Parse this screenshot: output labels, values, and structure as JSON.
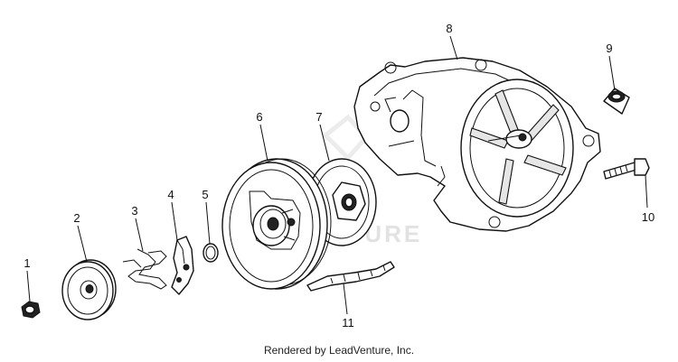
{
  "diagram": {
    "callouts": [
      "1",
      "2",
      "3",
      "4",
      "5",
      "6",
      "7",
      "8",
      "9",
      "10",
      "11"
    ],
    "watermark": "VENTURE",
    "credit": "Rendered by LeadVenture, Inc."
  },
  "colors": {
    "line": "#111111",
    "background": "#ffffff",
    "watermark": "#e2e2e2"
  }
}
